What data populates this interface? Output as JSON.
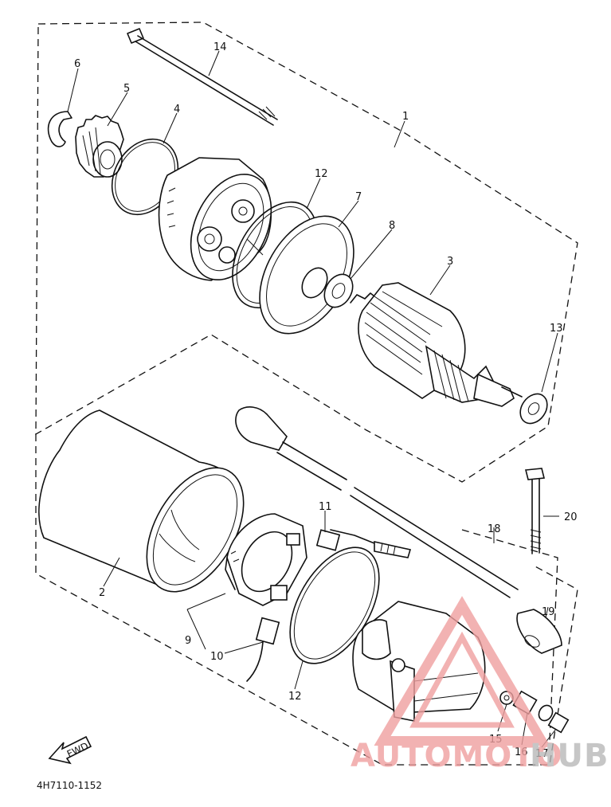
{
  "diagram": {
    "part_number": "4H7110-1152",
    "fwd_label": "FWD",
    "callouts": {
      "c1": "1",
      "c2": "2",
      "c3": "3",
      "c4": "4",
      "c5": "5",
      "c6": "6",
      "c7": "7",
      "c8": "8",
      "c9": "9",
      "c10": "10",
      "c11": "11",
      "c12a": "12",
      "c12b": "12",
      "c13": "13",
      "c14": "14",
      "c15": "15",
      "c16": "16",
      "c17": "17",
      "c18": "18",
      "c19": "19",
      "c20": "20"
    }
  },
  "watermark": {
    "text_red": "AUTOMOTO",
    "text_grey": "HUB",
    "color_red": "#f0a0a0",
    "color_grey": "#b8b8b8"
  }
}
